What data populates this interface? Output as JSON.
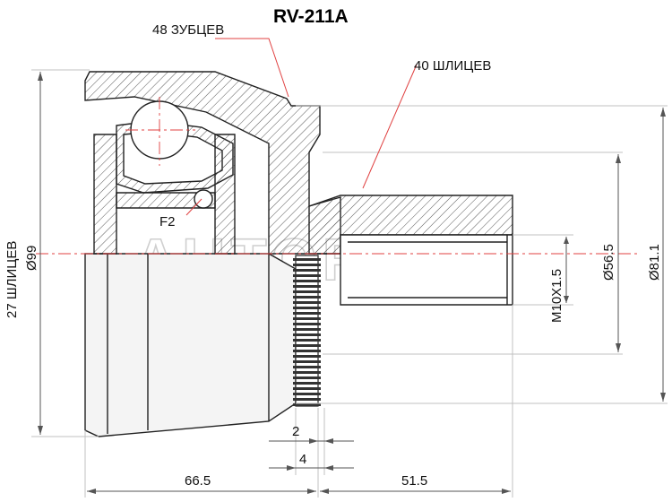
{
  "title": "RV-211A",
  "watermark": "AUTOFOOT",
  "labels": {
    "teeth": "48 ЗУБЦЕВ",
    "outer_splines": "40 ШЛИЦЕВ",
    "inner_splines": "27 ШЛИЦЕВ",
    "diameter_left": "Ø99",
    "thread": "M10X1.5",
    "diameter_shaft": "Ø56.5",
    "diameter_outer": "Ø81.1",
    "fit_mark": "F2",
    "dim_ring_gap": "2",
    "dim_ring_width": "4",
    "dim_body_length": "66.5",
    "dim_shaft_length": "51.5"
  },
  "colors": {
    "hatch": "#555555",
    "outline": "#222222",
    "dimension": "#c0c0c0",
    "leader": "#e04040",
    "body_fill": "#f4f4f4"
  }
}
